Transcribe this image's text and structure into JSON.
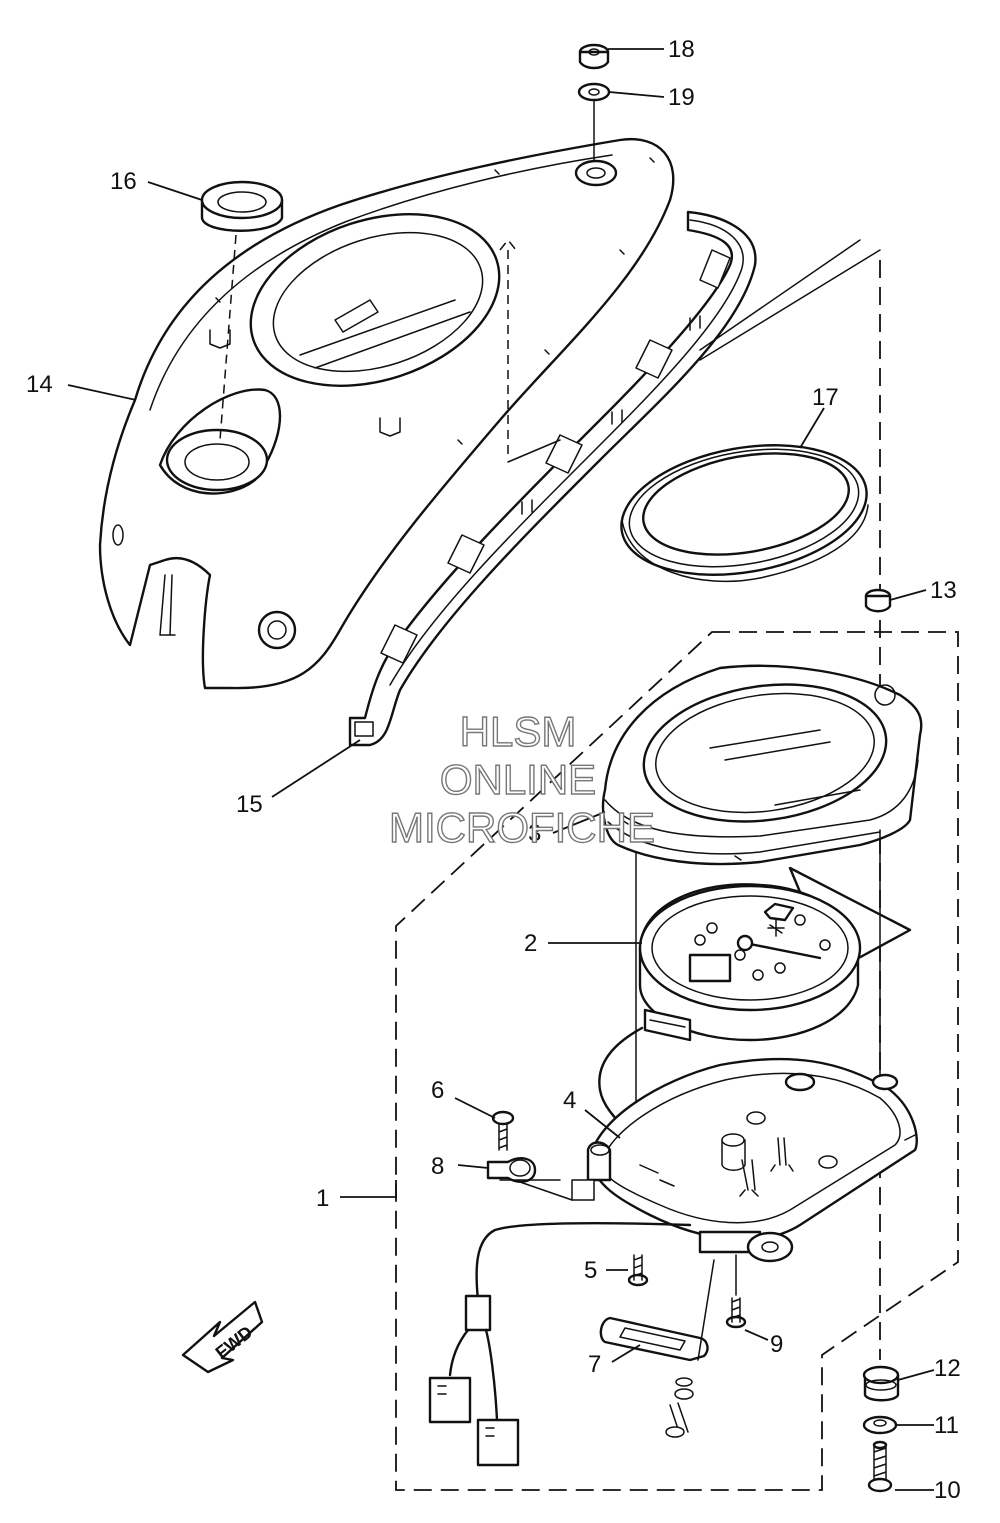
{
  "watermark": {
    "line1": "HLSM",
    "line2": "ONLINE",
    "line3": "MICROFICHE"
  },
  "direction_arrow": {
    "label": "FWD"
  },
  "callouts": {
    "c1": "1",
    "c2": "2",
    "c3": "3",
    "c4": "4",
    "c5": "5",
    "c6": "6",
    "c7": "7",
    "c8": "8",
    "c9": "9",
    "c10": "10",
    "c11": "11",
    "c12": "12",
    "c13": "13",
    "c14": "14",
    "c15": "15",
    "c16": "16",
    "c17": "17",
    "c18": "18",
    "c19": "19"
  }
}
